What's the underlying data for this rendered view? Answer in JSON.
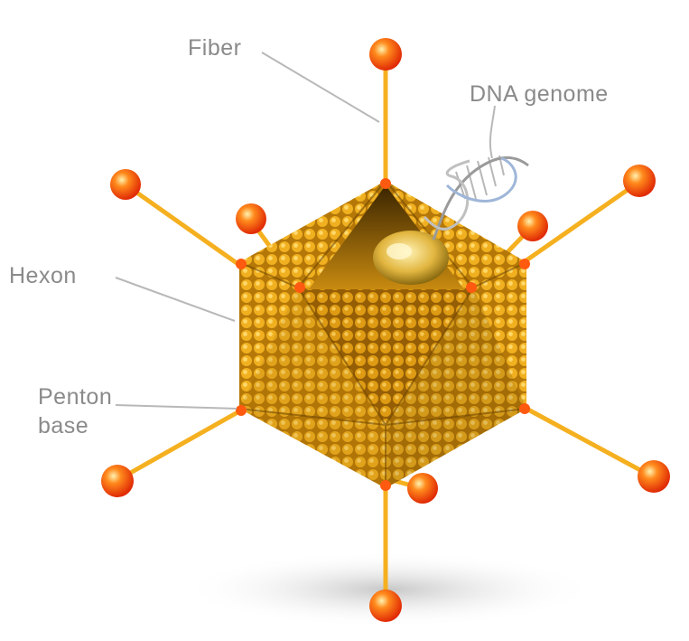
{
  "diagram": {
    "labels": {
      "fiber": "Fiber",
      "dna_genome": "DNA genome",
      "hexon": "Hexon",
      "penton_base_line1": "Penton",
      "penton_base_line2": "base"
    },
    "colors": {
      "capsid": "#e6a414",
      "capsid_dark": "#8a5a06",
      "knob": "#ff5a10",
      "fiber_shaft": "#f5b020",
      "leader": "#b8b8b8",
      "dna_blue": "#9fb6d8"
    }
  }
}
